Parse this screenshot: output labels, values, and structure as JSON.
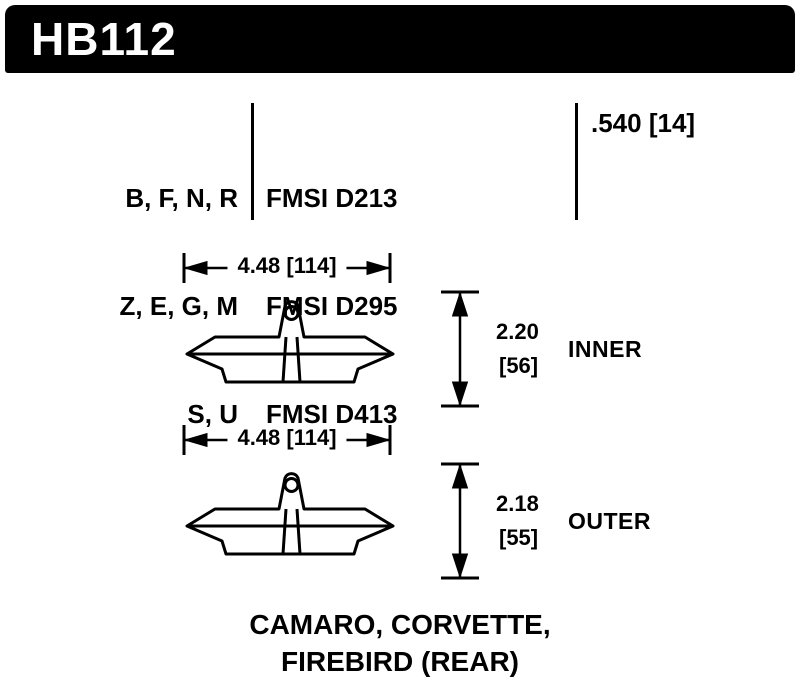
{
  "colors": {
    "ink": "#000000",
    "paper": "#ffffff"
  },
  "header": {
    "part_number": "HB112"
  },
  "spec_table": {
    "compound_rows": [
      "B, F, N, R",
      "Z, E, G, M",
      "S, U"
    ],
    "fmsi_rows": [
      "FMSI D213",
      "FMSI D295",
      "FMSI D413"
    ],
    "pad_thickness": ".540 [14]"
  },
  "dimensions": {
    "inner": {
      "width": "4.48 [114]",
      "height_value": "2.20",
      "height_mm": "[56]",
      "label": "INNER"
    },
    "outer": {
      "width": "4.48 [114]",
      "height_value": "2.18",
      "height_mm": "[55]",
      "label": "OUTER"
    }
  },
  "application": {
    "line1": "CAMARO, CORVETTE,",
    "line2": "FIREBIRD (REAR)"
  }
}
